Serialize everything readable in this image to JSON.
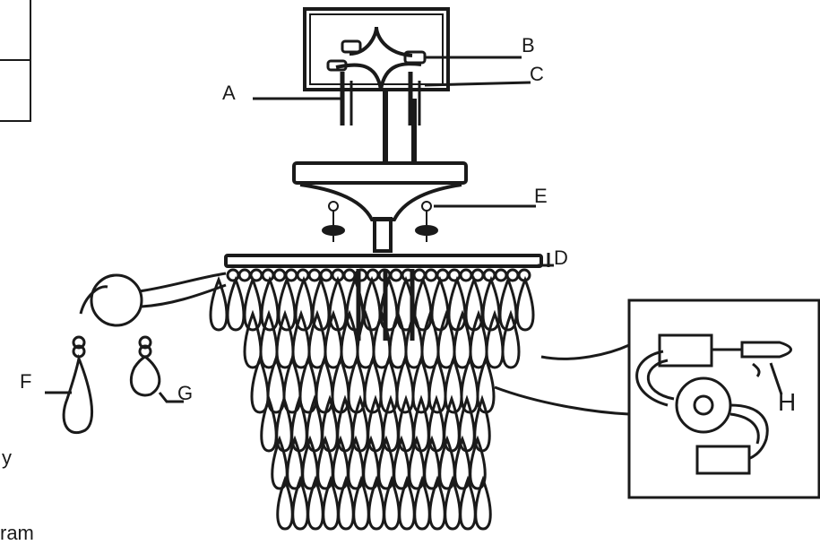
{
  "callouts": {
    "A": "A",
    "B": "B",
    "C": "C",
    "D": "D",
    "E": "E",
    "F": "F",
    "G": "G",
    "H": "H"
  },
  "edge_text": {
    "left_mid": "y",
    "left_bottom": "ram"
  },
  "colors": {
    "ink": "#1a1a1a",
    "background": "#ffffff"
  }
}
